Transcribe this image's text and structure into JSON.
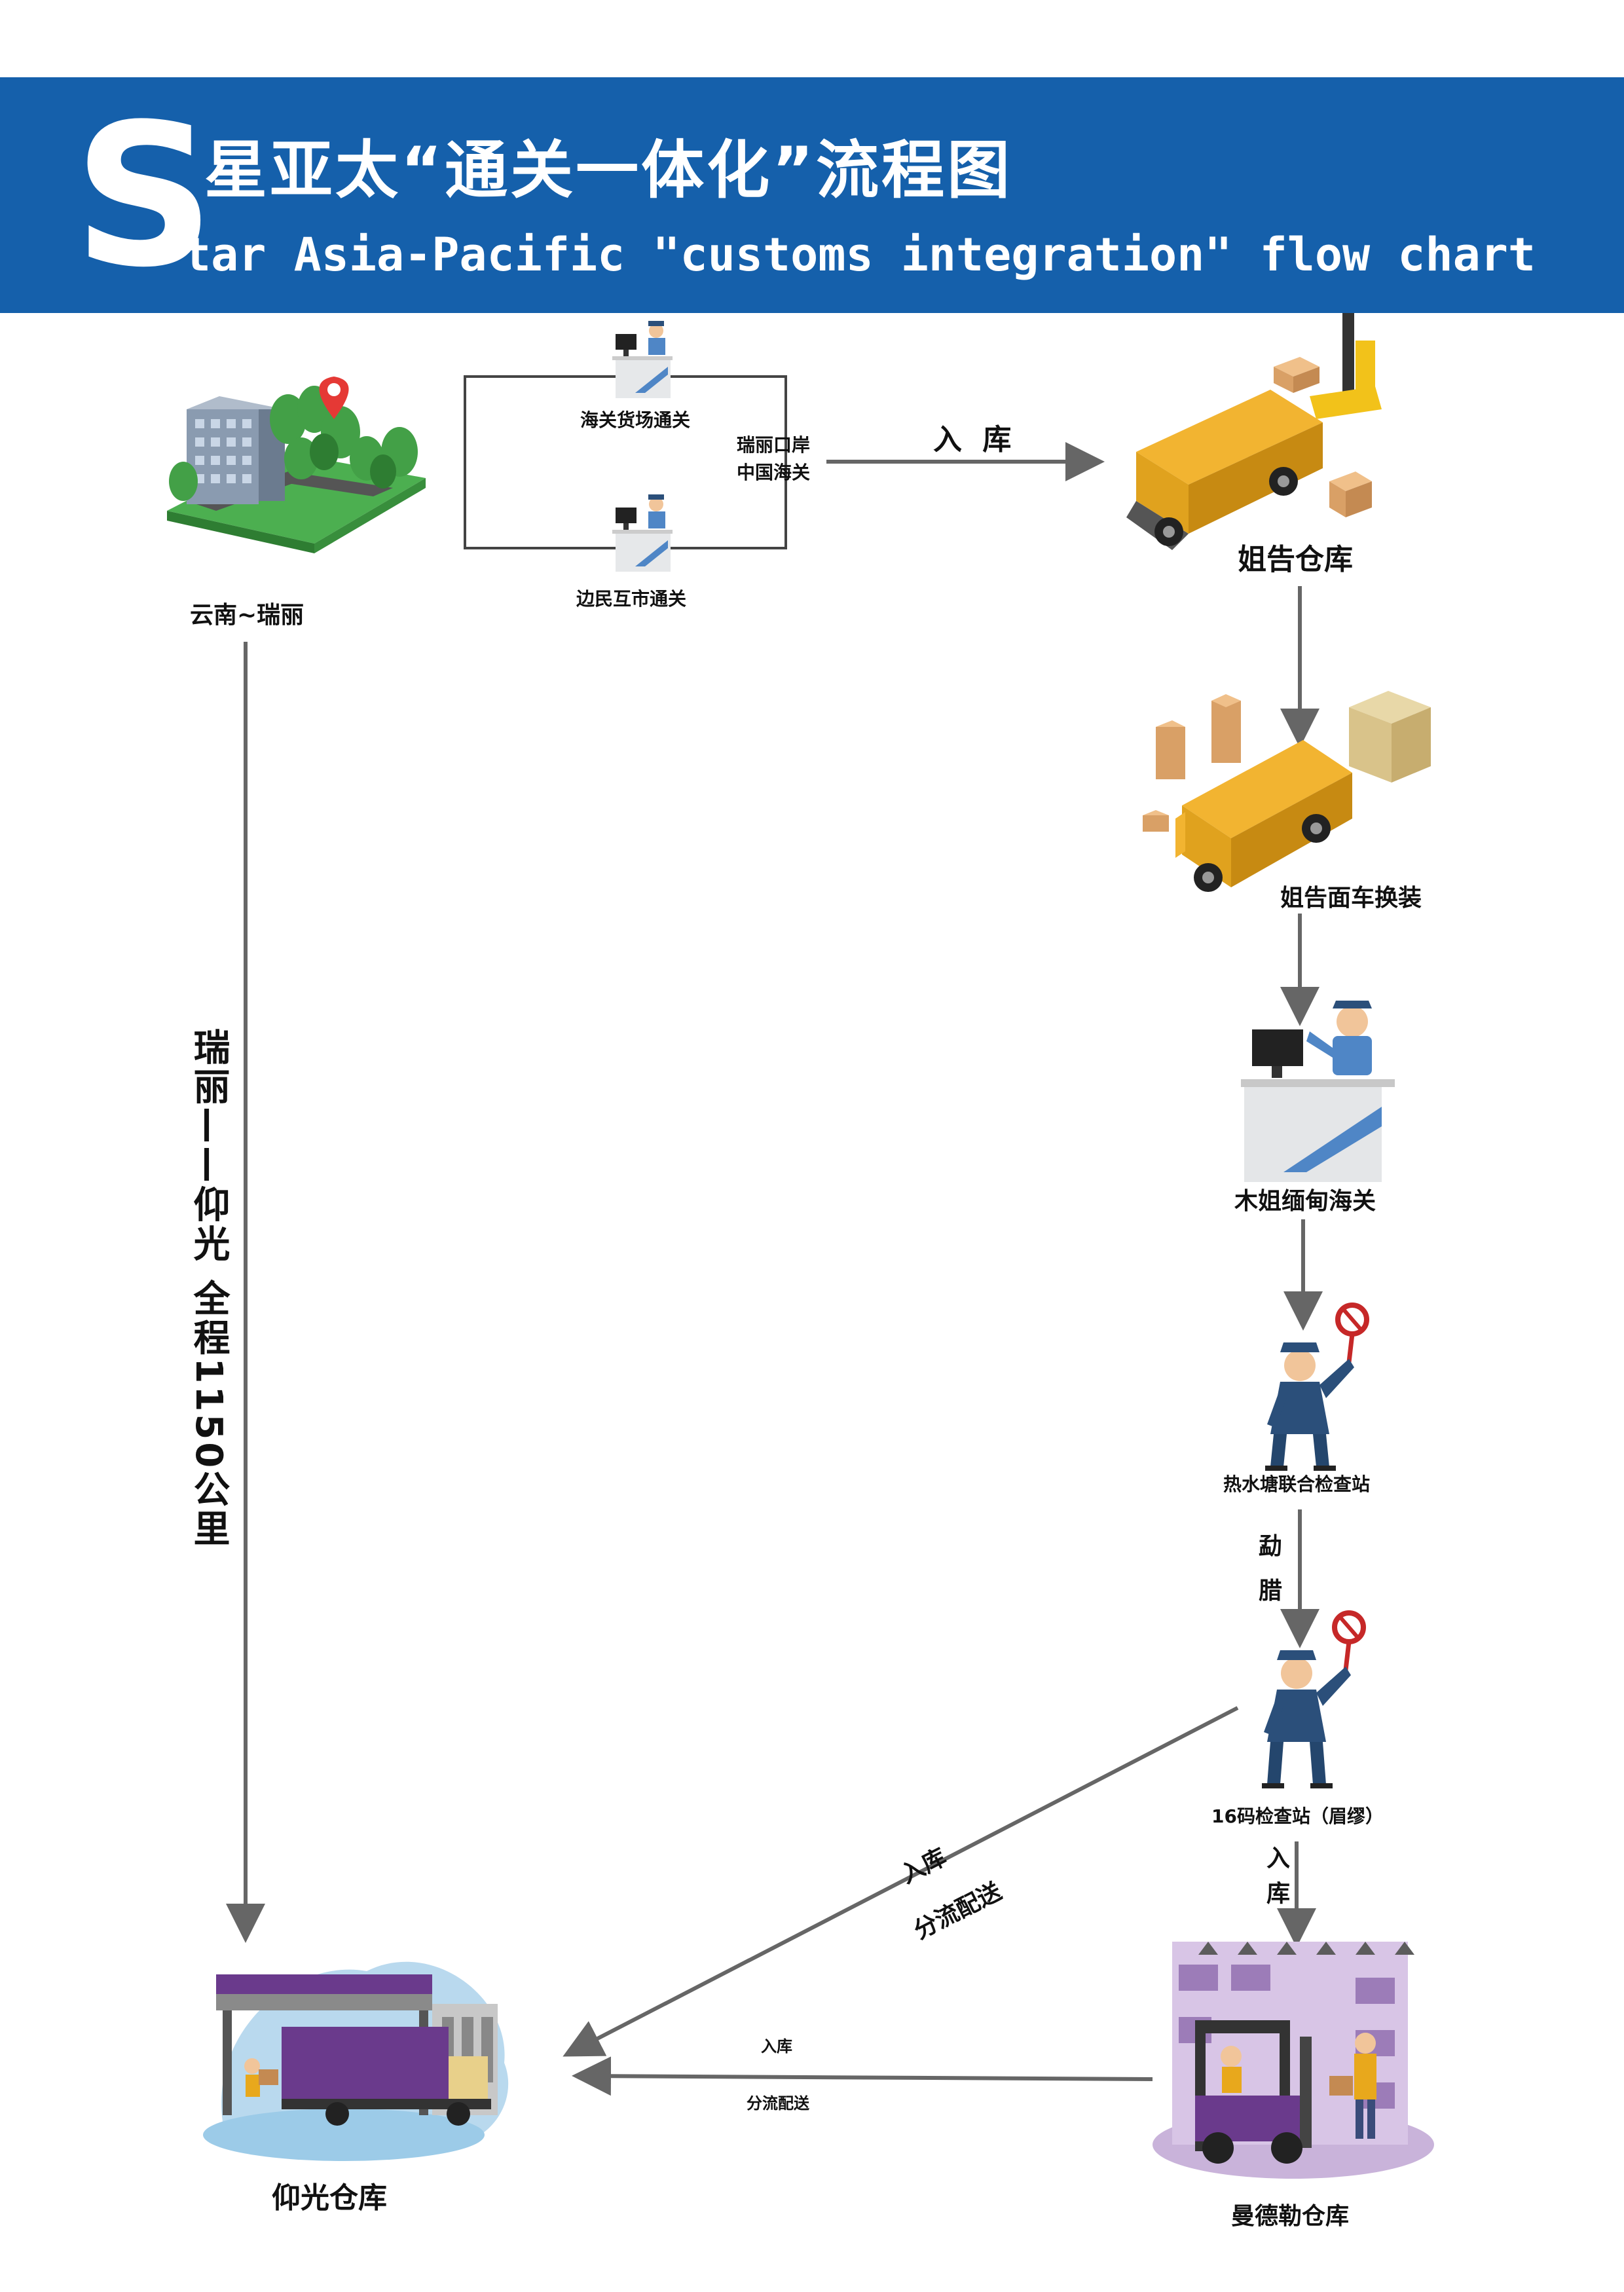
{
  "header": {
    "initial": "S",
    "title_cn": "星亚太“通关一体化”流程图",
    "title_en": "tar Asia-Pacific \"customs integration\" flow chart"
  },
  "nodes": {
    "yunnan_ruili": "云南~瑞丽",
    "customs_yard": "海关货场通关",
    "border_trade": "边民互市通关",
    "ruili_port": "瑞丽口岸",
    "china_customs": "中国海关",
    "jiegao_warehouse": "姐告仓库",
    "jiegao_transfer": "姐告面车换装",
    "muse_customs": "木姐缅甸海关",
    "reshuitang": "热水塘联合检查站",
    "checkpoint16": "16码检查站（眉缪）",
    "mandalay_warehouse": "曼德勒仓库",
    "yangon_warehouse": "仰光仓库"
  },
  "edges": {
    "enter_storage": "入 库",
    "lashio_1": "勐",
    "lashio_2": "腊",
    "route_full": "瑞丽——仰光  全程1150公里",
    "enter_short": "入库",
    "dispatch": "分流配送",
    "enter_vertical": "入库"
  },
  "colors": {
    "banner": "#1560ab",
    "arrow": "#666666",
    "truck": "#e8a81c",
    "uniform": "#2b4f7a",
    "purple": "#6a3a8c"
  }
}
